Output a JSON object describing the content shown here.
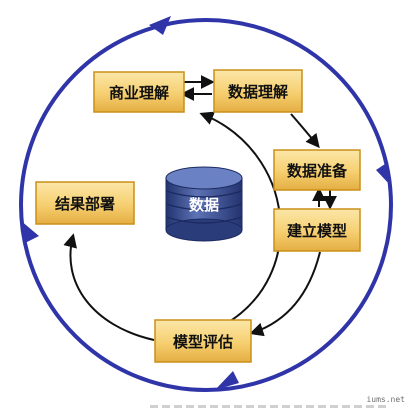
{
  "diagram": {
    "nodes": {
      "business_understanding": "商业理解",
      "data_understanding": "数据理解",
      "data_preparation": "数据准备",
      "modeling": "建立模型",
      "evaluation": "模型评估",
      "deployment": "结果部署"
    },
    "database": "数据",
    "watermark": "iums.net"
  },
  "colors": {
    "outer_ring": "#2f35a8",
    "box_fill": "#f6cf70",
    "box_border": "#c98f18",
    "arrow": "#111111",
    "database": "#4b5f9e"
  }
}
